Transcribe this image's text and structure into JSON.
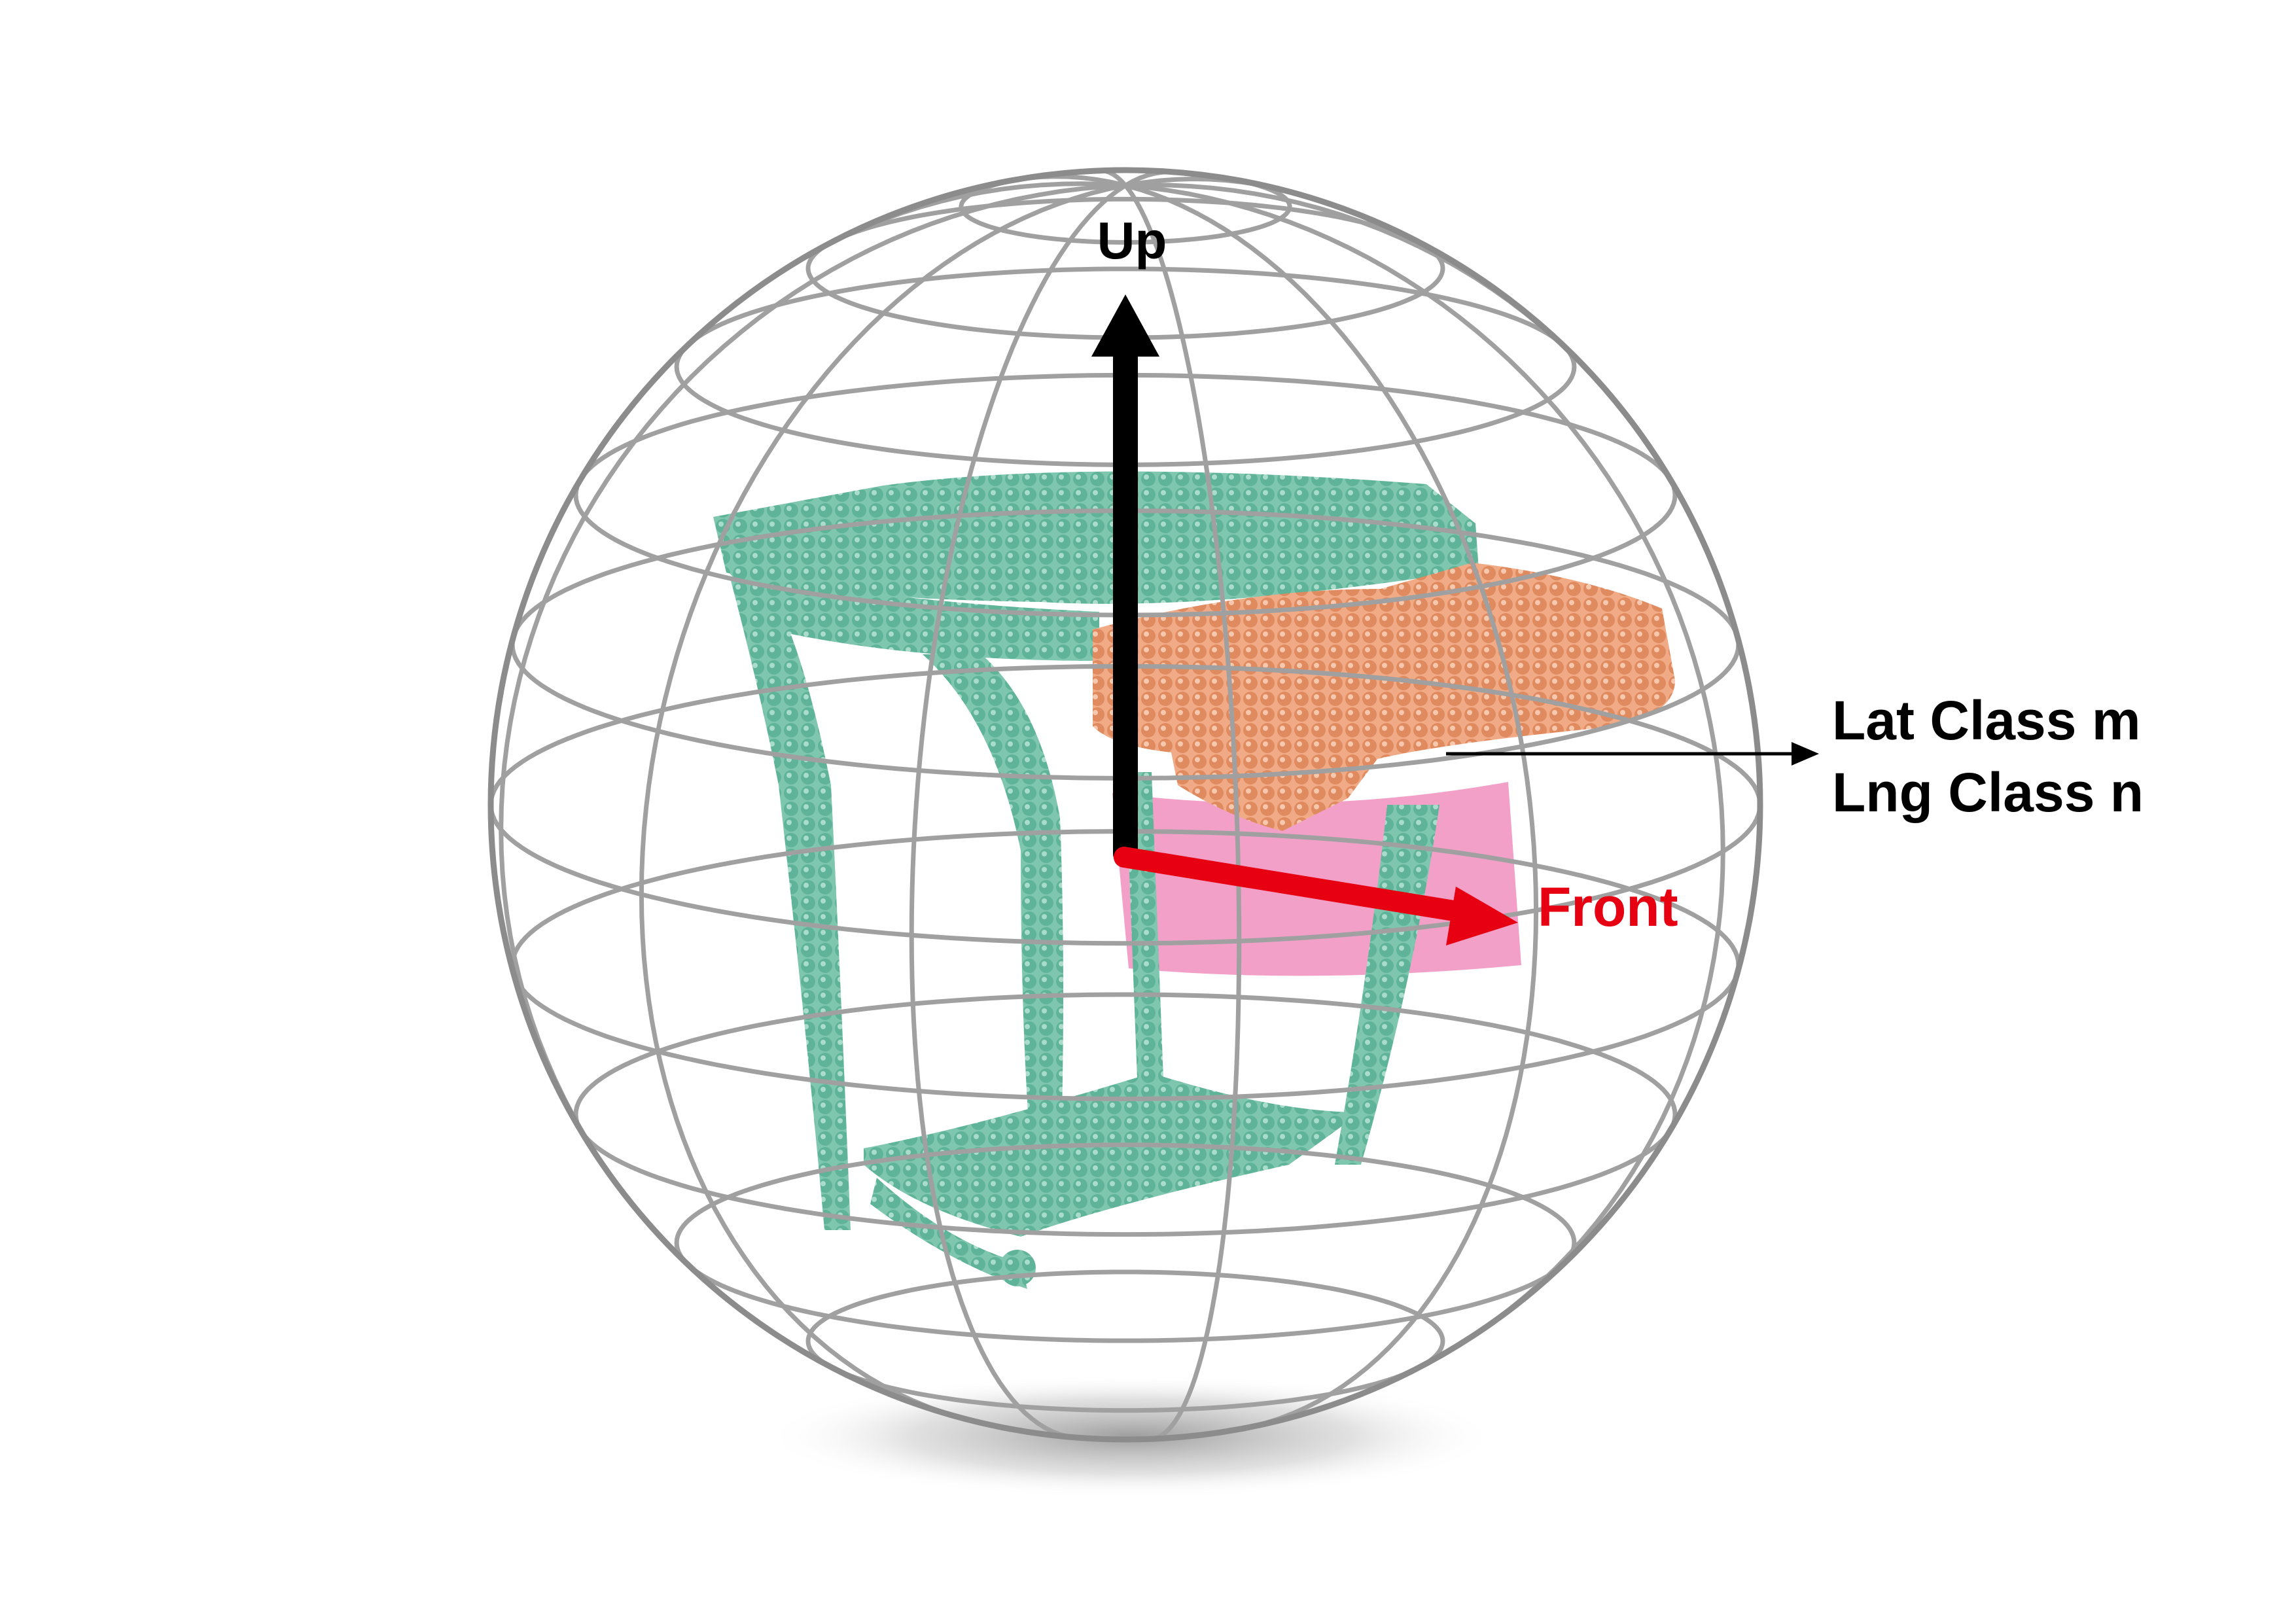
{
  "labels": {
    "up": "Up",
    "front": "Front",
    "lat_class": "Lat Class m",
    "lng_class": "Lng Class n"
  },
  "colors": {
    "background": "#ffffff",
    "grid_line": "#a0a0a0",
    "sphere_outline": "#8c8c8c",
    "table_point_cloud": "#6cbca2",
    "drawer_point_cloud": "#e89a72",
    "highlight_cell": "#f3a0c8",
    "up_axis": "#000000",
    "front_axis": "#e60012",
    "front_label": "#e60012",
    "text": "#000000"
  }
}
